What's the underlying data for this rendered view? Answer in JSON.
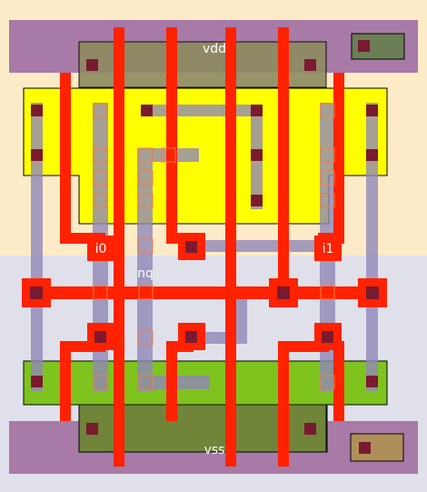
{
  "cell": {
    "supply_label": "vdd",
    "ground_label": "vss",
    "output_label": "nq",
    "input_labels": [
      "i0",
      "i1"
    ]
  },
  "colors": {
    "nwell_bg": "#fdebc8",
    "pwell_bg": "#e0e0ea",
    "rail": "#a77aa7",
    "pdiff": "#ffff00",
    "ndiff": "#7fc31f",
    "poly": "#ff2200",
    "metal1": "#9088b8",
    "contact": "#7a1a30",
    "contact_outline": "#ff7a40"
  }
}
